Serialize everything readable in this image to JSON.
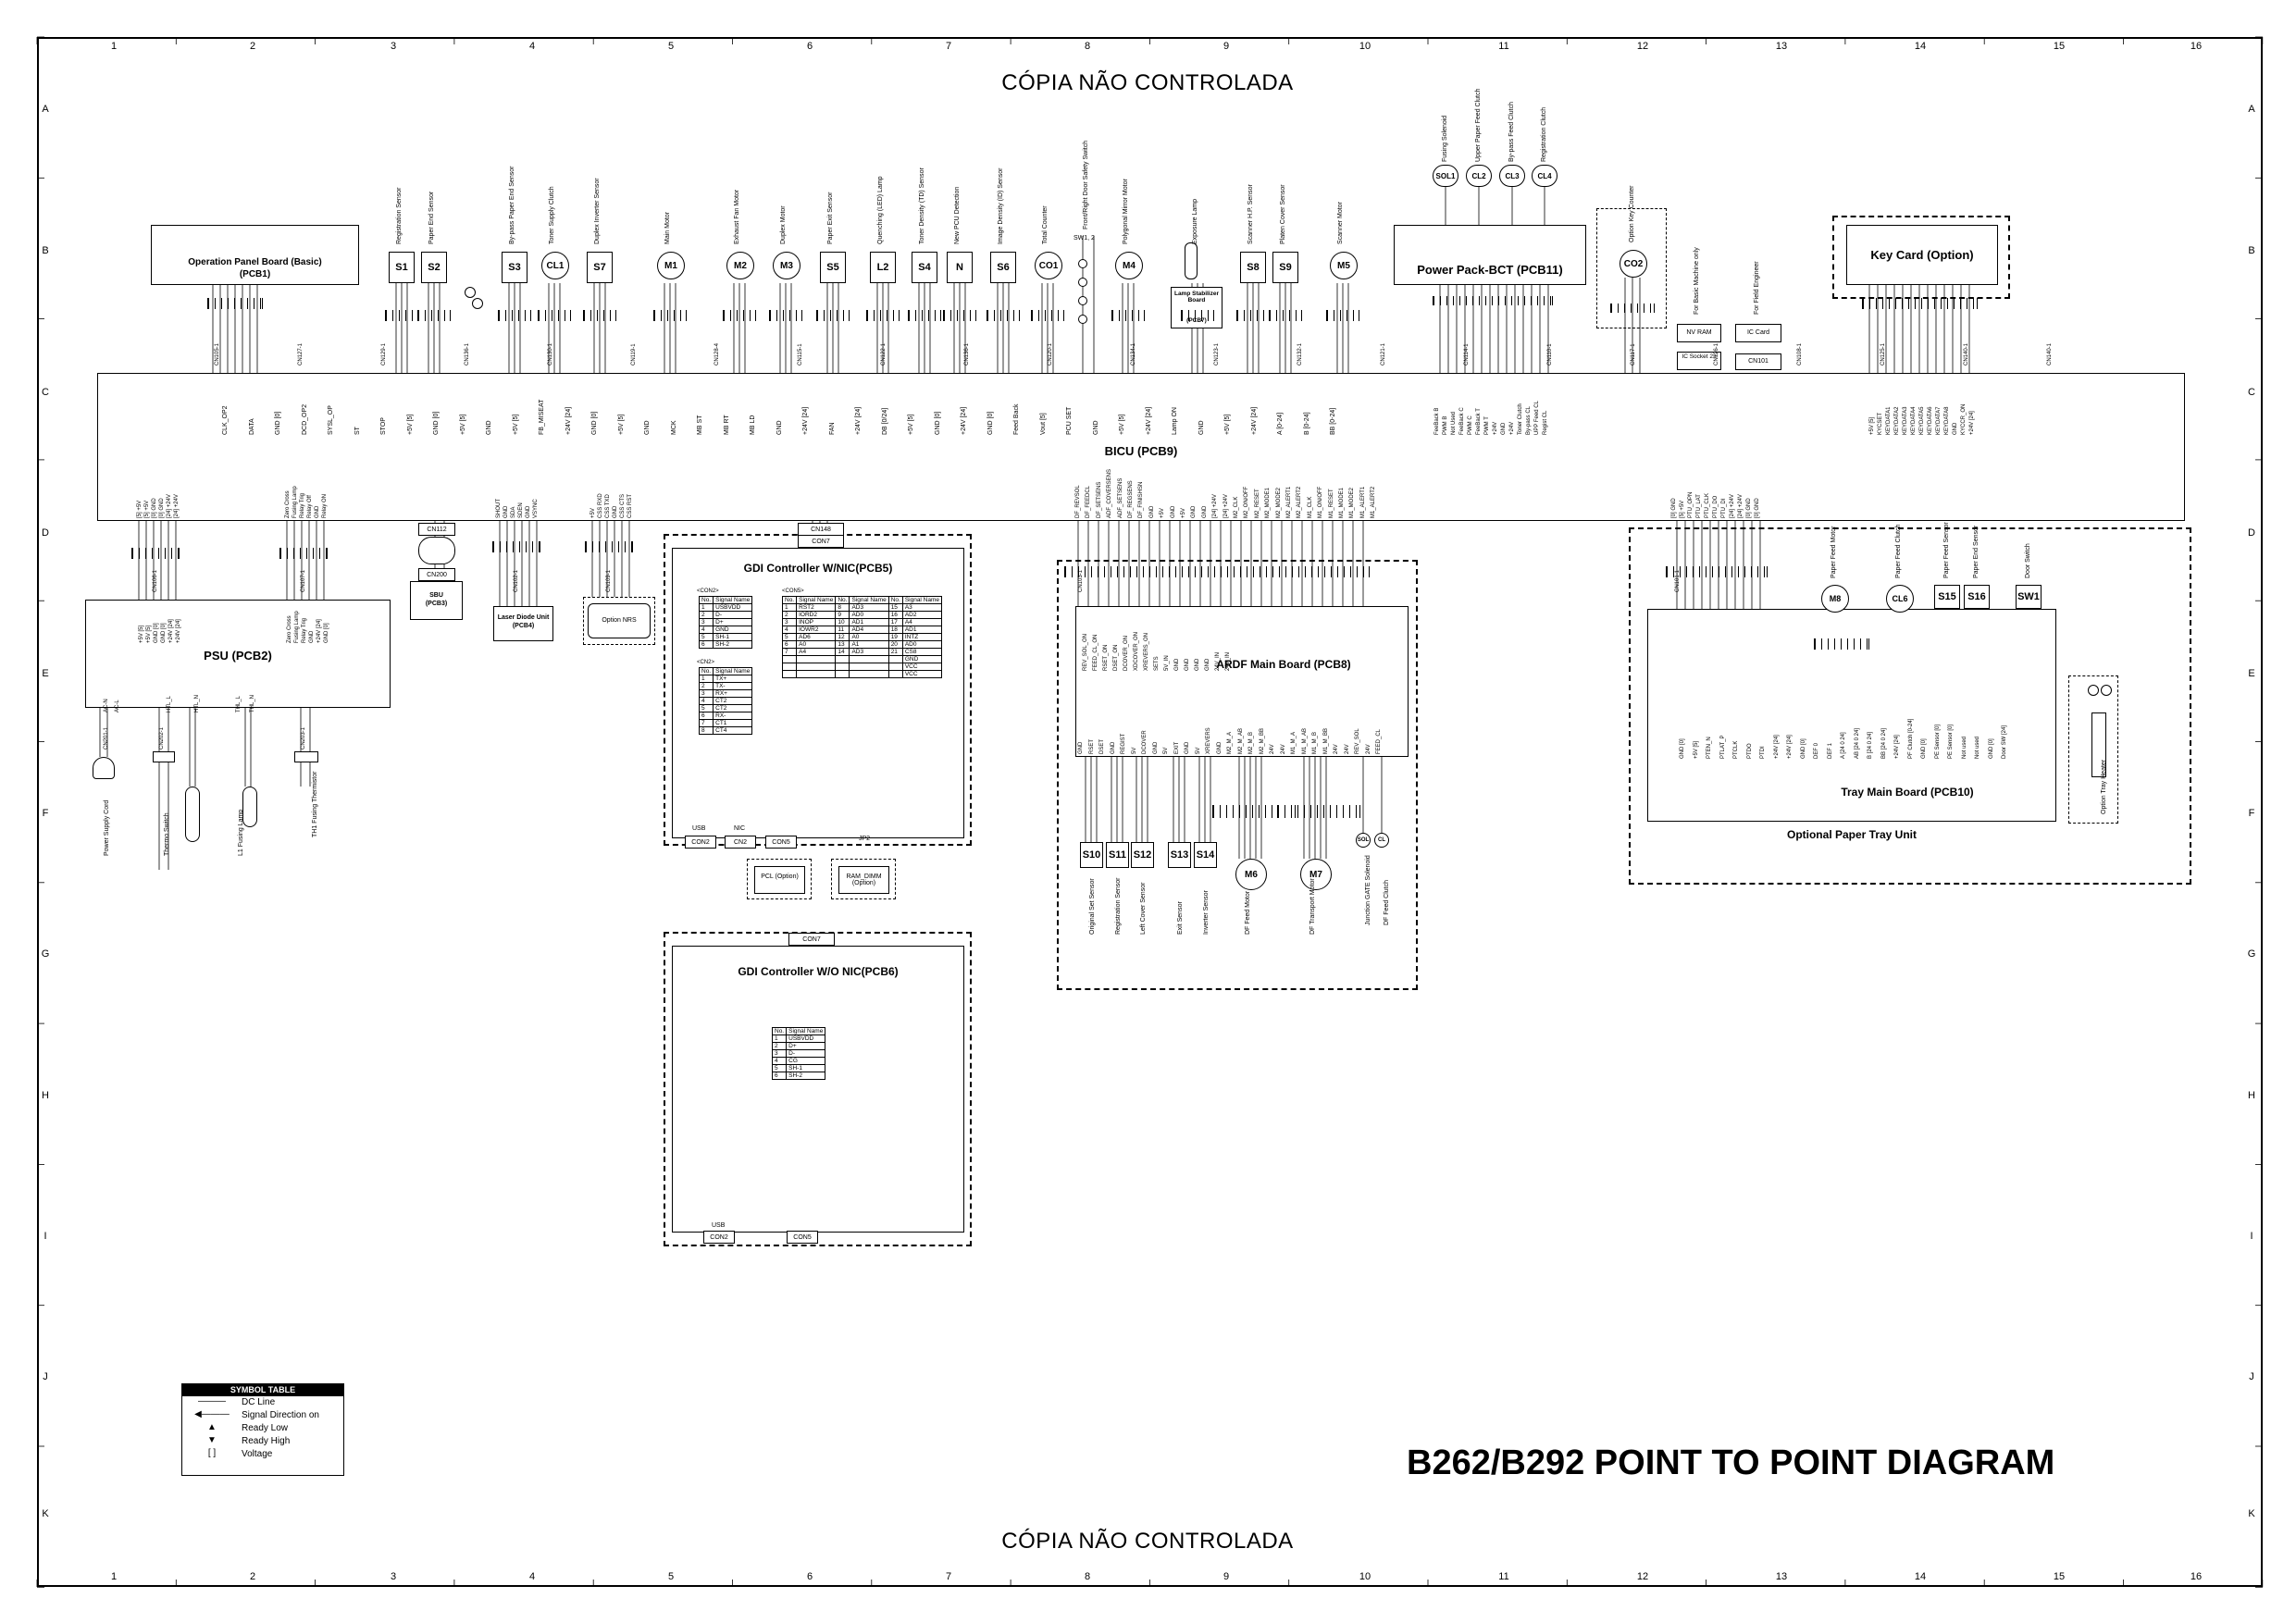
{
  "watermark": "CÓPIA NÃO CONTROLADA",
  "title": "B262/B292 POINT TO POINT DIAGRAM",
  "grid": {
    "columns": [
      "1",
      "2",
      "3",
      "4",
      "5",
      "6",
      "7",
      "8",
      "9",
      "10",
      "11",
      "12",
      "13",
      "14",
      "15",
      "16"
    ],
    "rows": [
      "A",
      "B",
      "C",
      "D",
      "E",
      "F",
      "G",
      "H",
      "I",
      "J",
      "K"
    ]
  },
  "boards": {
    "operation_panel": "Operation Panel Board (Basic)",
    "operation_panel_id": "(PCB1)",
    "bicu": "BICU (PCB9)",
    "psu": "PSU (PCB2)",
    "power_pack": "Power Pack-BCT (PCB11)",
    "key_card": "Key Card (Option)",
    "gdi_nic": "GDI Controller W/NIC(PCB5)",
    "gdi_wo_nic": "GDI Controller W/O NIC(PCB6)",
    "ardf": "ARDF Main Board (PCB8)",
    "tray_main": "Tray Main Board (PCB10)",
    "tray_unit": "Optional Paper Tray Unit",
    "sbu": "SBU",
    "sbu_id": "(PCB3)",
    "laser_diode": "Laser Diode Unit",
    "laser_diode_id": "(PCB4)",
    "option_nrs": "Option NRS",
    "lamp_stabilizer": "Lamp Stabilizer Board",
    "lamp_stabilizer_id": "(PCB7)",
    "nv_ram": "NV RAM",
    "ic_card": "IC Card",
    "ic_socket": "IC Socket 23",
    "cn101": "CN101",
    "pcl": "PCL (Option)",
    "ram_dimm": "RAM_DIMM (Option)"
  },
  "components_top": [
    {
      "id": "S1",
      "label": "Registration Sensor"
    },
    {
      "id": "S2",
      "label": "Paper End Sensor"
    },
    {
      "id": "S3",
      "label": "By-pass Paper End Sensor"
    },
    {
      "id": "CL1",
      "label": "Toner Supply Clutch"
    },
    {
      "id": "S7",
      "label": "Duplex Inverter Sensor"
    },
    {
      "id": "M1",
      "label": "Main Motor"
    },
    {
      "id": "M2",
      "label": "Exhaust Fan Motor"
    },
    {
      "id": "M3",
      "label": "Duplex Motor"
    },
    {
      "id": "S5",
      "label": "Paper Exit Sensor"
    },
    {
      "id": "L2",
      "label": "Quenching (LED) Lamp"
    },
    {
      "id": "S4",
      "label": "Toner Density (TD) Sensor"
    },
    {
      "id": "N",
      "label": "New PCU Detection"
    },
    {
      "id": "S6",
      "label": "Image Density (ID) Sensor"
    },
    {
      "id": "CO1",
      "label": "Total Counter"
    },
    {
      "id": "M4",
      "label": "Polygonal Mirror Motor"
    },
    {
      "id": "L1",
      "label": "Exposure Lamp"
    },
    {
      "id": "S8",
      "label": "Scanner H.P. Sensor"
    },
    {
      "id": "S9",
      "label": "Platen Cover Sensor"
    },
    {
      "id": "M5",
      "label": "Scanner Motor"
    }
  ],
  "power_pack_parts": [
    {
      "id": "SOL1",
      "label": "Fusing Solenoid"
    },
    {
      "id": "CL2",
      "label": "Upper Paper Feed Clutch"
    },
    {
      "id": "CL3",
      "label": "By-pass Feed Clutch"
    },
    {
      "id": "CL4",
      "label": "Registration Clutch"
    }
  ],
  "counter": {
    "id": "CO2",
    "label": "Option Key Counter"
  },
  "switch_label": "Front/Right Door Safety Switch",
  "switch_id": "SW1, 2",
  "nv_ram_note": "For Basic Machine only",
  "ic_card_note": "For Field Engineer",
  "psu_parts": [
    {
      "label": "Power Supply Cord"
    },
    {
      "label": "Thermo Switch"
    },
    {
      "label": "L1 Fusing Lamp"
    },
    {
      "label": "TH1 Fusing Thermistor"
    }
  ],
  "ardf_parts": [
    {
      "id": "S10",
      "label": "Original Set Sensor"
    },
    {
      "id": "S11",
      "label": "Registration Sensor"
    },
    {
      "id": "S12",
      "label": "Left Cover Sensor"
    },
    {
      "id": "S13",
      "label": "Exit Sensor"
    },
    {
      "id": "S14",
      "label": "Inverter Sensor"
    },
    {
      "id": "M6",
      "label": "DF Feed Motor"
    },
    {
      "id": "M7",
      "label": "DF Transport Motor"
    },
    {
      "id": "SOL",
      "label": "Junction GATE Solenoid"
    },
    {
      "id": "CL",
      "label": "DF Feed Clutch"
    }
  ],
  "tray_parts": [
    {
      "id": "M8",
      "label": "Paper Feed Motor"
    },
    {
      "id": "CL6",
      "label": "Paper Feed Clutch"
    },
    {
      "id": "S15",
      "label": "Paper Feed Sensor"
    },
    {
      "id": "S16",
      "label": "Paper End Sensor"
    },
    {
      "id": "SW1",
      "label": "Door Switch"
    },
    {
      "id": "H",
      "label": "Option Tray Heater"
    }
  ],
  "gdi_nic_tables": {
    "con2_title": "<CON2>",
    "con2": [
      [
        "No.",
        "Signal Name"
      ],
      [
        "1",
        "USBVDD"
      ],
      [
        "2",
        "D-"
      ],
      [
        "3",
        "D+"
      ],
      [
        "4",
        "GND"
      ],
      [
        "5",
        "SH-1"
      ],
      [
        "6",
        "SH-2"
      ]
    ],
    "cn2_title": "<CN2>",
    "cn2": [
      [
        "No.",
        "Signal Name"
      ],
      [
        "1",
        "TX+"
      ],
      [
        "2",
        "TX-"
      ],
      [
        "3",
        "RX+"
      ],
      [
        "4",
        "CT2"
      ],
      [
        "5",
        "CT2"
      ],
      [
        "6",
        "RX-"
      ],
      [
        "7",
        "CT1"
      ],
      [
        "8",
        "CT4"
      ]
    ],
    "con5_title": "<CON5>",
    "con5": [
      [
        "No.",
        "Signal Name",
        "No.",
        "Signal Name",
        "No.",
        "Signal Name"
      ],
      [
        "1",
        "RST2",
        "8",
        "AD3",
        "15",
        "A3"
      ],
      [
        "2",
        "IORD2",
        "9",
        "AD0",
        "16",
        "AD2"
      ],
      [
        "3",
        "INOP",
        "10",
        "AD1",
        "17",
        "A4"
      ],
      [
        "4",
        "IOWR2",
        "11",
        "AD4",
        "18",
        "AD1"
      ],
      [
        "5",
        "AD6",
        "12",
        "A0",
        "19",
        "INTZ"
      ],
      [
        "6",
        "A0",
        "13",
        "A1",
        "20",
        "AD0"
      ],
      [
        "7",
        "A4",
        "14",
        "AD3",
        "21",
        "CS8"
      ],
      [
        "",
        "",
        "",
        "",
        "",
        "GND"
      ],
      [
        "",
        "",
        "",
        "",
        "",
        "VCC"
      ],
      [
        "",
        "",
        "",
        "",
        "",
        "VCC"
      ]
    ]
  },
  "gdi_wo_nic_table": [
    [
      "No.",
      "Signal Name"
    ],
    [
      "1",
      "USBVDD"
    ],
    [
      "2",
      "D+"
    ],
    [
      "3",
      "D-"
    ],
    [
      "4",
      "CG"
    ],
    [
      "5",
      "SH-1"
    ],
    [
      "6",
      "SH-2"
    ]
  ],
  "gdi_nic_connectors": [
    "CN148",
    "CON7",
    "USB",
    "CON2",
    "NIC",
    "CN2",
    "CON5",
    "JP2"
  ],
  "gdi_wo_nic_connectors": [
    "CON7",
    "USB",
    "CON2",
    "CON5"
  ],
  "misc_connectors": [
    "CN112",
    "CN200"
  ],
  "symbol_table": {
    "header": "SYMBOL TABLE",
    "rows": [
      {
        "symbol": "———",
        "text": "DC Line"
      },
      {
        "symbol": "◀———",
        "text": "Signal Direction on"
      },
      {
        "symbol": "▲",
        "text": "Ready Low"
      },
      {
        "symbol": "▼",
        "text": "Ready High"
      },
      {
        "symbol": "[ ]",
        "text": "Voltage"
      }
    ]
  },
  "bicu_signals_top": [
    "CLK_OP2",
    "DATA",
    "GND [0]",
    "DCD_OP2",
    "SYSL_OP",
    "ST",
    "STOP",
    "+5V [5]",
    "GND [0]",
    "+5V [5]",
    "GND",
    "+5V [5]",
    "FB_MISEAT",
    "+24V [24]",
    "GND [0]",
    "+5V [5]",
    "GND",
    "MCK",
    "MB ST",
    "MB RT",
    "MB LD",
    "GND",
    "+24V [24]",
    "FAN",
    "+24V [24]",
    "DB [0/24]",
    "+5V [5]",
    "GND [0]",
    "+24V [24]",
    "GND [0]",
    "Feed Back",
    "Vout [5]",
    "PCU SET",
    "GND",
    "+5V [5]",
    "+24V [24]",
    "Lamp ON",
    "GND",
    "+5V [5]",
    "+24V [24]",
    "A [0-24]",
    "B [0-24]",
    "BB [0-24]"
  ],
  "bicu_signals_pp": [
    "FeeBack B",
    "PWM B",
    "Not Used",
    "FeeBack C",
    "PWM C",
    "FeeBack T",
    "PWM T",
    "+24V",
    "GND",
    "+24V",
    "Toner Clutch",
    "By-pass CL",
    "UPP Feed CL",
    "Regist CL"
  ],
  "bicu_signals_kc": [
    "+5V [5]",
    "KYCSET",
    "KEYDATA1",
    "KEYDATA2",
    "KEYDATA3",
    "KEYDATA4",
    "KEYDATA5",
    "KEYDATA6",
    "KEYDATA7",
    "KEYDATA8",
    "GND",
    "KYCCR_ON",
    "+24V [24]"
  ],
  "bicu_signals_bottom": [
    "[5] +5V",
    "[5] +5V",
    "[0] GND",
    "[0] GND",
    "[24] +24V",
    "[24] +24V",
    "Zero Cross",
    "Fusing Lamp",
    "Relay Trig",
    "Relay Off",
    "GND",
    "Relay ON",
    "SHOUT",
    "GND",
    "SDA",
    "SDEN",
    "GND",
    "VSYNC",
    "+5V",
    "CSS RXD",
    "CSS TXD",
    "GND",
    "CSS CTS",
    "CSS RST"
  ],
  "ardf_signals_top": [
    "DF_REVSOL",
    "DF_FEEDCL",
    "DF_SETSENS",
    "ADF_COVERSENS",
    "ADF_SETSENS",
    "DF_REGSENS",
    "DF_FINISHSN",
    "GND",
    "+5V",
    "GND",
    "+5V",
    "GND",
    "GND",
    "[24] +24V",
    "[24] +24V",
    "M2_CLK",
    "M2_ON/OFF",
    "M2_RESET",
    "M2_MODE1",
    "M2_MODE2",
    "M2_ALERT1",
    "M2_ALERT2",
    "M1_CLK",
    "M1_ON/OFF",
    "M1_RESET",
    "M1_MODE1",
    "M1_MODE2",
    "M1_ALERT1",
    "M1_ALERT2"
  ],
  "ardf_signals_inner": [
    "REV_SOL_ON",
    "FEED_CL_ON",
    "RSET_ON",
    "DSET_ON",
    "DCOVER_ON",
    "XDCOVER_ON",
    "XREVERS_ON",
    "SETS",
    "5V_IN",
    "GND",
    "GND",
    "GND",
    "GND",
    "24V_IN",
    "24V_IN"
  ],
  "ardf_signals_bottom": [
    "GND",
    "RSET",
    "DSET",
    "GND",
    "REGIST",
    "5V",
    "DCOVER",
    "GND",
    "5V",
    "EXIT",
    "GND",
    "5V",
    "XREVERS",
    "GND",
    "M2_M_A",
    "M2_M_AB",
    "M2_M_B",
    "M2_M_BB",
    "24V",
    "24V",
    "M1_M_A",
    "M1_M_AB",
    "M1_M_B",
    "M1_M_BB",
    "24V",
    "24V",
    "REV_SOL",
    "24V",
    "FEED_CL"
  ],
  "tray_signals_top": [
    "[0] GND",
    "[5] +5V",
    "PTU_OPN",
    "PTU_LAT",
    "PTU_CLK",
    "PTU_DO",
    "PTU_DI",
    "[24] +24V",
    "[24] +24V",
    "[0] GND",
    "[0] GND"
  ],
  "tray_signals_bottom": [
    "GND [0]",
    "+5V [5]",
    "PTEN_N",
    "PTLAT_P",
    "PTCLK",
    "PTDO",
    "PTDI",
    "+24V [24]",
    "+24V [24]",
    "GND [0]",
    "DEF 0",
    "DEF 1",
    "A [24 0 24]",
    "AB [24 0 24]",
    "B [24 0 24]",
    "BB [24 0 24]",
    "+24V [24]",
    "PF Clutch [0-24]",
    "GND [0]",
    "PE Sensor [0]",
    "PE Sensor [0]",
    "Not used",
    "Not used",
    "GND [0]",
    "Door SW [24]"
  ],
  "psu_signals": [
    "+5V [5]",
    "+5V [5]",
    "GND [0]",
    "GND [0]",
    "+24V [24]",
    "+24V [24]",
    "Zero Cross",
    "Fusing Lamp",
    "Relay Trig",
    "GND",
    "+24V [24]",
    "GND [0]"
  ],
  "psu_cn_labels": [
    "AC-N",
    "AC-L",
    "HTL_L",
    "HTL_N",
    "THL_L",
    "THL_N",
    "CN201-1",
    "CN202-1",
    "CN203-1"
  ],
  "connector_labels_bicu_top": [
    "CN105-1",
    "CN127-1",
    "CN129-1",
    "CN136-1",
    "CN130-1",
    "CN119-1",
    "CN128-4",
    "CN115-1",
    "CN122-1",
    "CN136-1",
    "CN120-1",
    "CN134-1",
    "CN123-1",
    "CN132-1",
    "CN121-1",
    "CN114-1",
    "CN110-1",
    "CN117-1",
    "CN126-1",
    "CN108-1",
    "CN125-1",
    "CN140-1",
    "CN140-1"
  ],
  "connector_labels_bicu_bottom": [
    "CN106-1",
    "CN107-1",
    "CN102-1",
    "CN109-1",
    "CN103-1",
    "CN101-1"
  ]
}
